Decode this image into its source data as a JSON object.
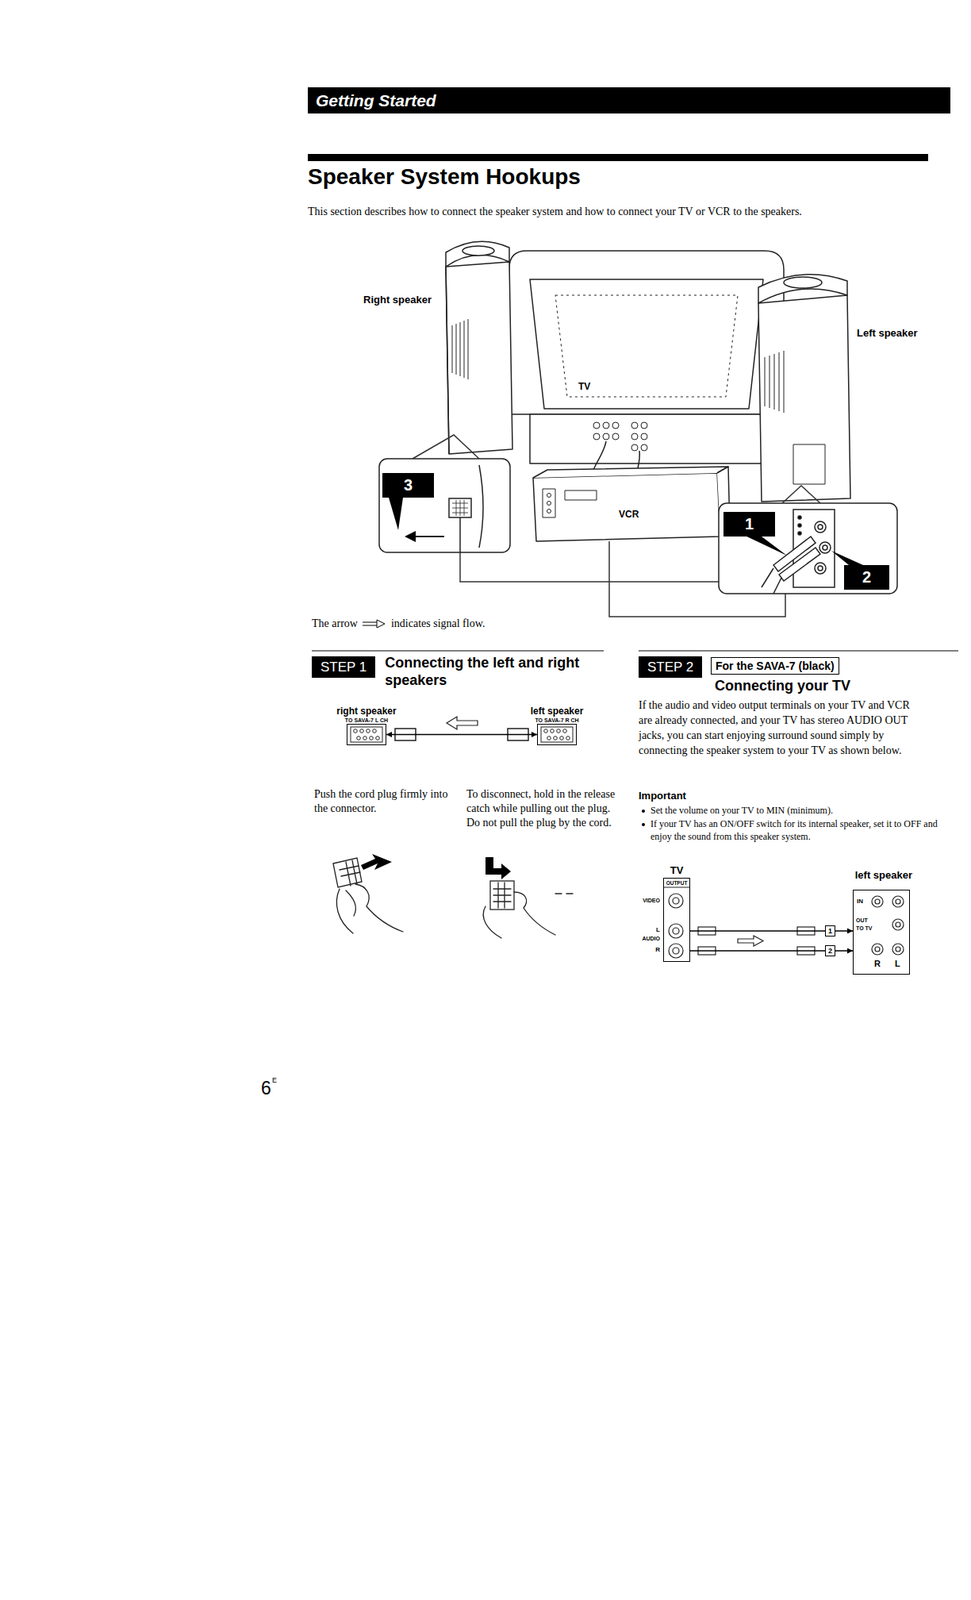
{
  "diagram": {
    "title": "Speaker System Hookups",
    "nodes": [
      {
        "text": [
          "Getting Started"
        ]
      },
      {
        "text": [
          "3"
        ]
      },
      {
        "text": [
          "1"
        ]
      },
      {
        "text": [
          "2"
        ]
      },
      {
        "text": [
          "STEP 1",
          "Connecting the left and right speakers"
        ]
      },
      {
        "text": [
          "right speaker",
          "TO SAVA-7 L CH"
        ]
      },
      {
        "text": [
          "left speaker",
          "TO SAVA-7 R CH"
        ]
      },
      {
        "text": [
          "STEP 2"
        ]
      },
      {
        "text": [
          "For the SAVA-7 (black)"
        ]
      },
      {
        "text": [
          "TV",
          "OUTPUT"
        ]
      },
      {
        "text": [
          "left speaker"
        ]
      }
    ],
    "edges": [
      {
        "from": 5,
        "to": 6,
        "arrow": "both"
      },
      {
        "from": 9,
        "to": 10,
        "arrow": "to"
      },
      {
        "from": 9,
        "to": 10,
        "arrow": "to"
      }
    ],
    "labels": [
      "This section describes how to connect the speaker system and how to connect your TV or VCR to the speakers.",
      "Right speaker",
      "TV",
      "Left speaker",
      "VCR",
      "The arrow",
      "indicates signal flow.",
      "Push the cord plug firmly into the connector.",
      "To disconnect, hold in the release catch while pulling out the plug. Do not pull the plug by the cord.",
      "Connecting your TV",
      "If the audio and video output terminals on your TV and VCR are already connected, and your TV has stereo AUDIO OUT jacks, you can start enjoying surround sound simply by connecting the speaker system to your TV as shown below.",
      "Important",
      "Set the volume on your TV to MIN (minimum).",
      "If your TV has an ON/OFF switch for its internal speaker, set it to OFF and enjoy the sound from this speaker system.",
      "VIDEO",
      "L",
      "AUDIO",
      "R",
      "IN",
      "OUT",
      "TO TV",
      "1",
      "2",
      "R",
      "L",
      "6",
      "E"
    ]
  }
}
